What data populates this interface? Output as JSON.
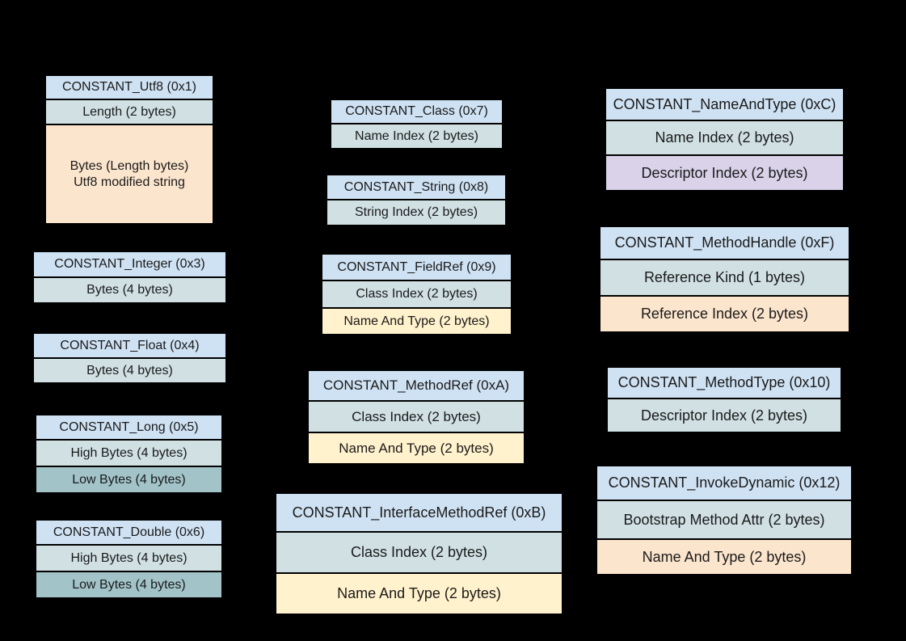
{
  "palette": {
    "canvas_bg": "#000000",
    "border_color": "#000000",
    "text_color": "#1a1a1a",
    "header_fill": "#cfe2f3",
    "field_fill": "#d0e0e3",
    "peach_fill": "#fce5cd",
    "yellow_fill": "#fff2cc",
    "teal_fill": "#a2c4c9",
    "purple_fill": "#d9d2e9"
  },
  "boxes": [
    {
      "id": "constant_utf8",
      "rows": [
        {
          "label": "CONSTANT_Utf8 (0x1)",
          "fill": "header"
        },
        {
          "label": "Length (2 bytes)",
          "fill": "field"
        },
        {
          "label": "Bytes (Length bytes)\nUtf8 modified string",
          "fill": "peach"
        }
      ]
    },
    {
      "id": "constant_integer",
      "rows": [
        {
          "label": "CONSTANT_Integer (0x3)",
          "fill": "header"
        },
        {
          "label": "Bytes (4 bytes)",
          "fill": "field"
        }
      ]
    },
    {
      "id": "constant_float",
      "rows": [
        {
          "label": "CONSTANT_Float (0x4)",
          "fill": "header"
        },
        {
          "label": "Bytes (4 bytes)",
          "fill": "field"
        }
      ]
    },
    {
      "id": "constant_long",
      "rows": [
        {
          "label": "CONSTANT_Long (0x5)",
          "fill": "header"
        },
        {
          "label": "High Bytes (4 bytes)",
          "fill": "field"
        },
        {
          "label": "Low Bytes (4 bytes)",
          "fill": "teal"
        }
      ]
    },
    {
      "id": "constant_double",
      "rows": [
        {
          "label": "CONSTANT_Double (0x6)",
          "fill": "header"
        },
        {
          "label": "High Bytes (4 bytes)",
          "fill": "field"
        },
        {
          "label": "Low Bytes (4 bytes)",
          "fill": "teal"
        }
      ]
    },
    {
      "id": "constant_class",
      "rows": [
        {
          "label": "CONSTANT_Class (0x7)",
          "fill": "header"
        },
        {
          "label": "Name Index (2 bytes)",
          "fill": "field"
        }
      ]
    },
    {
      "id": "constant_string",
      "rows": [
        {
          "label": "CONSTANT_String (0x8)",
          "fill": "header"
        },
        {
          "label": "String Index (2 bytes)",
          "fill": "field"
        }
      ]
    },
    {
      "id": "constant_fieldref",
      "rows": [
        {
          "label": "CONSTANT_FieldRef (0x9)",
          "fill": "header"
        },
        {
          "label": "Class Index (2 bytes)",
          "fill": "field"
        },
        {
          "label": "Name And Type (2 bytes)",
          "fill": "yellow"
        }
      ]
    },
    {
      "id": "constant_methodref",
      "rows": [
        {
          "label": "CONSTANT_MethodRef (0xA)",
          "fill": "header"
        },
        {
          "label": "Class Index (2 bytes)",
          "fill": "field"
        },
        {
          "label": "Name And Type (2 bytes)",
          "fill": "yellow"
        }
      ]
    },
    {
      "id": "constant_interfacemethodref",
      "rows": [
        {
          "label": "CONSTANT_InterfaceMethodRef (0xB)",
          "fill": "header"
        },
        {
          "label": "Class Index (2 bytes)",
          "fill": "field"
        },
        {
          "label": "Name And Type (2 bytes)",
          "fill": "yellow"
        }
      ]
    },
    {
      "id": "constant_nameandtype",
      "rows": [
        {
          "label": "CONSTANT_NameAndType (0xC)",
          "fill": "header"
        },
        {
          "label": "Name Index (2 bytes)",
          "fill": "field"
        },
        {
          "label": "Descriptor Index (2 bytes)",
          "fill": "purple"
        }
      ]
    },
    {
      "id": "constant_methodhandle",
      "rows": [
        {
          "label": "CONSTANT_MethodHandle (0xF)",
          "fill": "header"
        },
        {
          "label": "Reference Kind (1 bytes)",
          "fill": "field"
        },
        {
          "label": "Reference Index (2 bytes)",
          "fill": "peach"
        }
      ]
    },
    {
      "id": "constant_methodtype",
      "rows": [
        {
          "label": "CONSTANT_MethodType (0x10)",
          "fill": "header"
        },
        {
          "label": "Descriptor Index (2 bytes)",
          "fill": "field"
        }
      ]
    },
    {
      "id": "constant_invokedynamic",
      "rows": [
        {
          "label": "CONSTANT_InvokeDynamic (0x12)",
          "fill": "header"
        },
        {
          "label": "Bootstrap Method Attr (2 bytes)",
          "fill": "field"
        },
        {
          "label": "Name And Type (2 bytes)",
          "fill": "peach"
        }
      ]
    }
  ]
}
